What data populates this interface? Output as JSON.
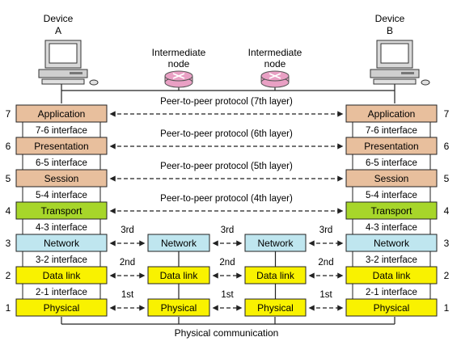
{
  "devices": {
    "a": {
      "title": "Device",
      "sub": "A"
    },
    "b": {
      "title": "Device",
      "sub": "B"
    }
  },
  "intermediate_label": [
    "Intermediate",
    "node"
  ],
  "layer_numbers": [
    "7",
    "6",
    "5",
    "4",
    "3",
    "2",
    "1"
  ],
  "host_layers": [
    "Application",
    "Presentation",
    "Session",
    "Transport",
    "Network",
    "Data link",
    "Physical"
  ],
  "interfaces": [
    "7-6 interface",
    "6-5 interface",
    "5-4 interface",
    "4-3 interface",
    "3-2 interface",
    "2-1 interface"
  ],
  "node_layers": [
    "Network",
    "Data link",
    "Physical"
  ],
  "peer_protocols": [
    "Peer-to-peer protocol (7th layer)",
    "Peer-to-peer protocol (6th layer)",
    "Peer-to-peer protocol (5th layer)",
    "Peer-to-peer protocol (4th layer)"
  ],
  "hop_labels": {
    "network": "3rd",
    "datalink": "2nd",
    "physical": "1st"
  },
  "bottom_label": "Physical communication",
  "colors": {
    "upper_layers": "#e8bf9d",
    "transport": "#a7d62a",
    "network": "#bfe6ef",
    "lower_layers": "#f9f200",
    "router": "#e9a0c4",
    "border": "#222222"
  },
  "icons": {
    "computer": "computer-icon",
    "router": "router-icon"
  }
}
